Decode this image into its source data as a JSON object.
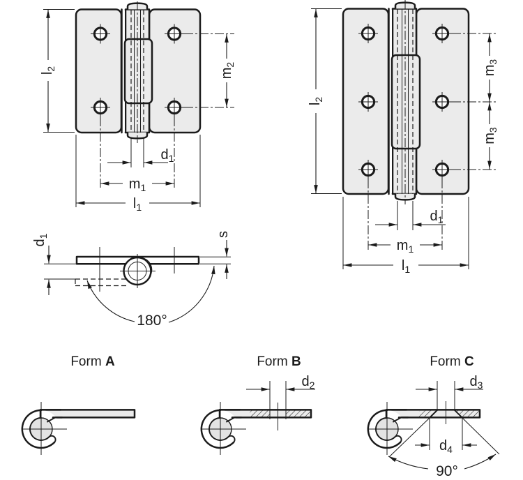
{
  "colors": {
    "line": "#1b1b1b",
    "leaf_fill": "#ebebeb",
    "pin_fill": "#e3e3e3",
    "background": "#ffffff"
  },
  "dim_labels": {
    "h1_l2": {
      "base": "l",
      "sub": "2"
    },
    "h1_m2": {
      "base": "m",
      "sub": "2"
    },
    "h1_d1": {
      "base": "d",
      "sub": "1"
    },
    "h1_m1": {
      "base": "m",
      "sub": "1"
    },
    "h1_l1": {
      "base": "l",
      "sub": "1"
    },
    "h2_l2": {
      "base": "l",
      "sub": "2"
    },
    "h2_m3_top": {
      "base": "m",
      "sub": "3"
    },
    "h2_m3_bottom": {
      "base": "m",
      "sub": "3"
    },
    "h2_d1": {
      "base": "d",
      "sub": "1"
    },
    "h2_m1": {
      "base": "m",
      "sub": "1"
    },
    "h2_l1": {
      "base": "l",
      "sub": "1"
    },
    "side_d1": {
      "base": "d",
      "sub": "1"
    },
    "side_s": {
      "base": "s",
      "sub": ""
    },
    "formB_d2": {
      "base": "d",
      "sub": "2"
    },
    "formC_d3": {
      "base": "d",
      "sub": "3"
    },
    "formC_d4": {
      "base": "d",
      "sub": "4"
    }
  },
  "angles": {
    "side_open": "180°",
    "formC_countersink": "90°"
  },
  "form_titles": {
    "a": {
      "word": "Form ",
      "letter": "A"
    },
    "b": {
      "word": "Form ",
      "letter": "B"
    },
    "c": {
      "word": "Form ",
      "letter": "C"
    }
  }
}
